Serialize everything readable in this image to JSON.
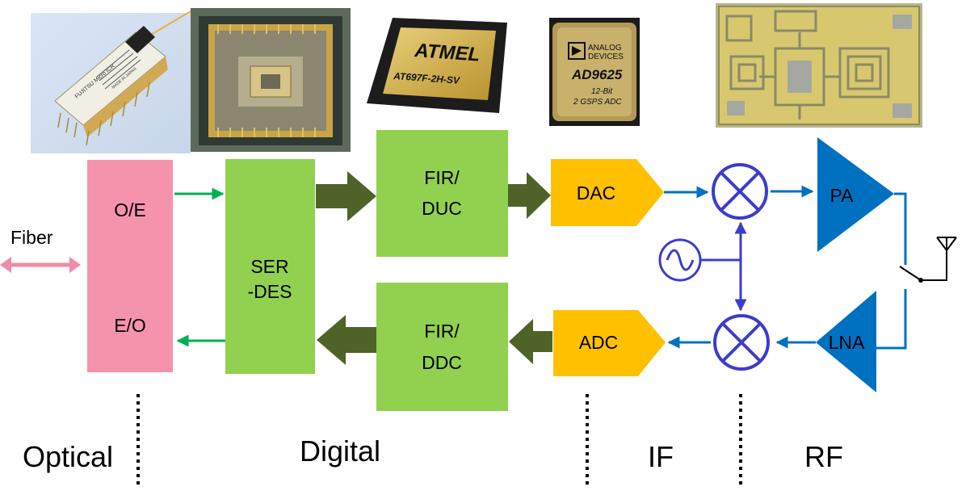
{
  "photos": {
    "tosa_label": "FUJITSU  Micro ICR",
    "tosa_small": "MADE IN JAPAN",
    "fpga_brand": "ATMEL",
    "fpga_part": "AT697F-2H-SV",
    "adc_brand": "ANALOG DEVICES",
    "adc_brand_line1": "ANALOG",
    "adc_brand_line2": "DEVICES",
    "adc_part": "AD9625",
    "adc_bits": "12-Bit",
    "adc_desc": "2 GSPS ADC"
  },
  "blocks": {
    "oe": "O/E",
    "eo": "E/O",
    "serdes_line1": "SER",
    "serdes_line2": "-DES",
    "fir_duc_line1": "FIR/",
    "fir_duc_line2": "DUC",
    "fir_ddc_line1": "FIR/",
    "fir_ddc_line2": "DDC",
    "dac": "DAC",
    "adc": "ADC",
    "pa": "PA",
    "lna": "LNA"
  },
  "labels": {
    "fiber": "Fiber"
  },
  "domains": {
    "optical": "Optical",
    "digital": "Digital",
    "if": "IF",
    "rf": "RF"
  },
  "colors": {
    "pink": "#f593ad",
    "green_block": "#92d050",
    "gold": "#ffc000",
    "rf_blue": "#0070c0",
    "mixer_blue": "#3c3ccc",
    "thick_arrow": "#4f6228",
    "thin_green_arrow": "#00b050",
    "fiber_arrow": "#f08ca8"
  }
}
